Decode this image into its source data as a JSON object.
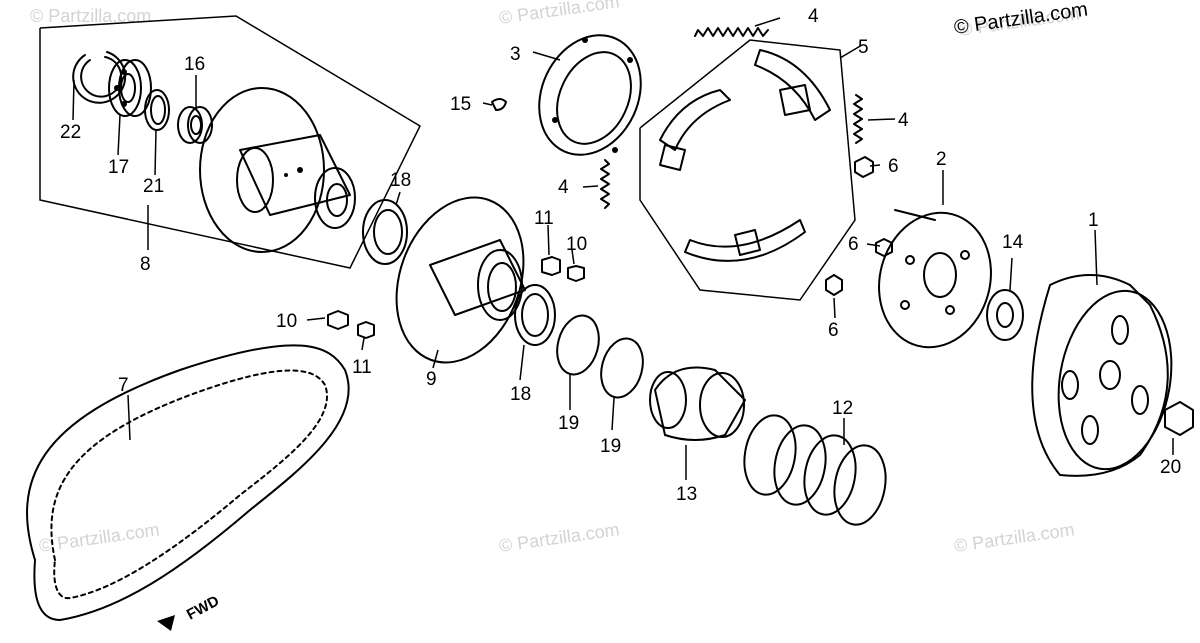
{
  "copyright": "© Partzilla.com",
  "watermarks": [
    "© Partzilla.com",
    "© Partzilla.com",
    "© Partzilla.com",
    "© Partzilla.com",
    "© Partzilla.com",
    "© Partzilla.com"
  ],
  "fwd_label": "FWD",
  "callouts": [
    "1",
    "2",
    "3",
    "4",
    "4",
    "4",
    "5",
    "6",
    "6",
    "6",
    "7",
    "8",
    "9",
    "10",
    "10",
    "11",
    "11",
    "12",
    "13",
    "14",
    "15",
    "16",
    "17",
    "18",
    "18",
    "19",
    "19",
    "20",
    "21",
    "22"
  ]
}
